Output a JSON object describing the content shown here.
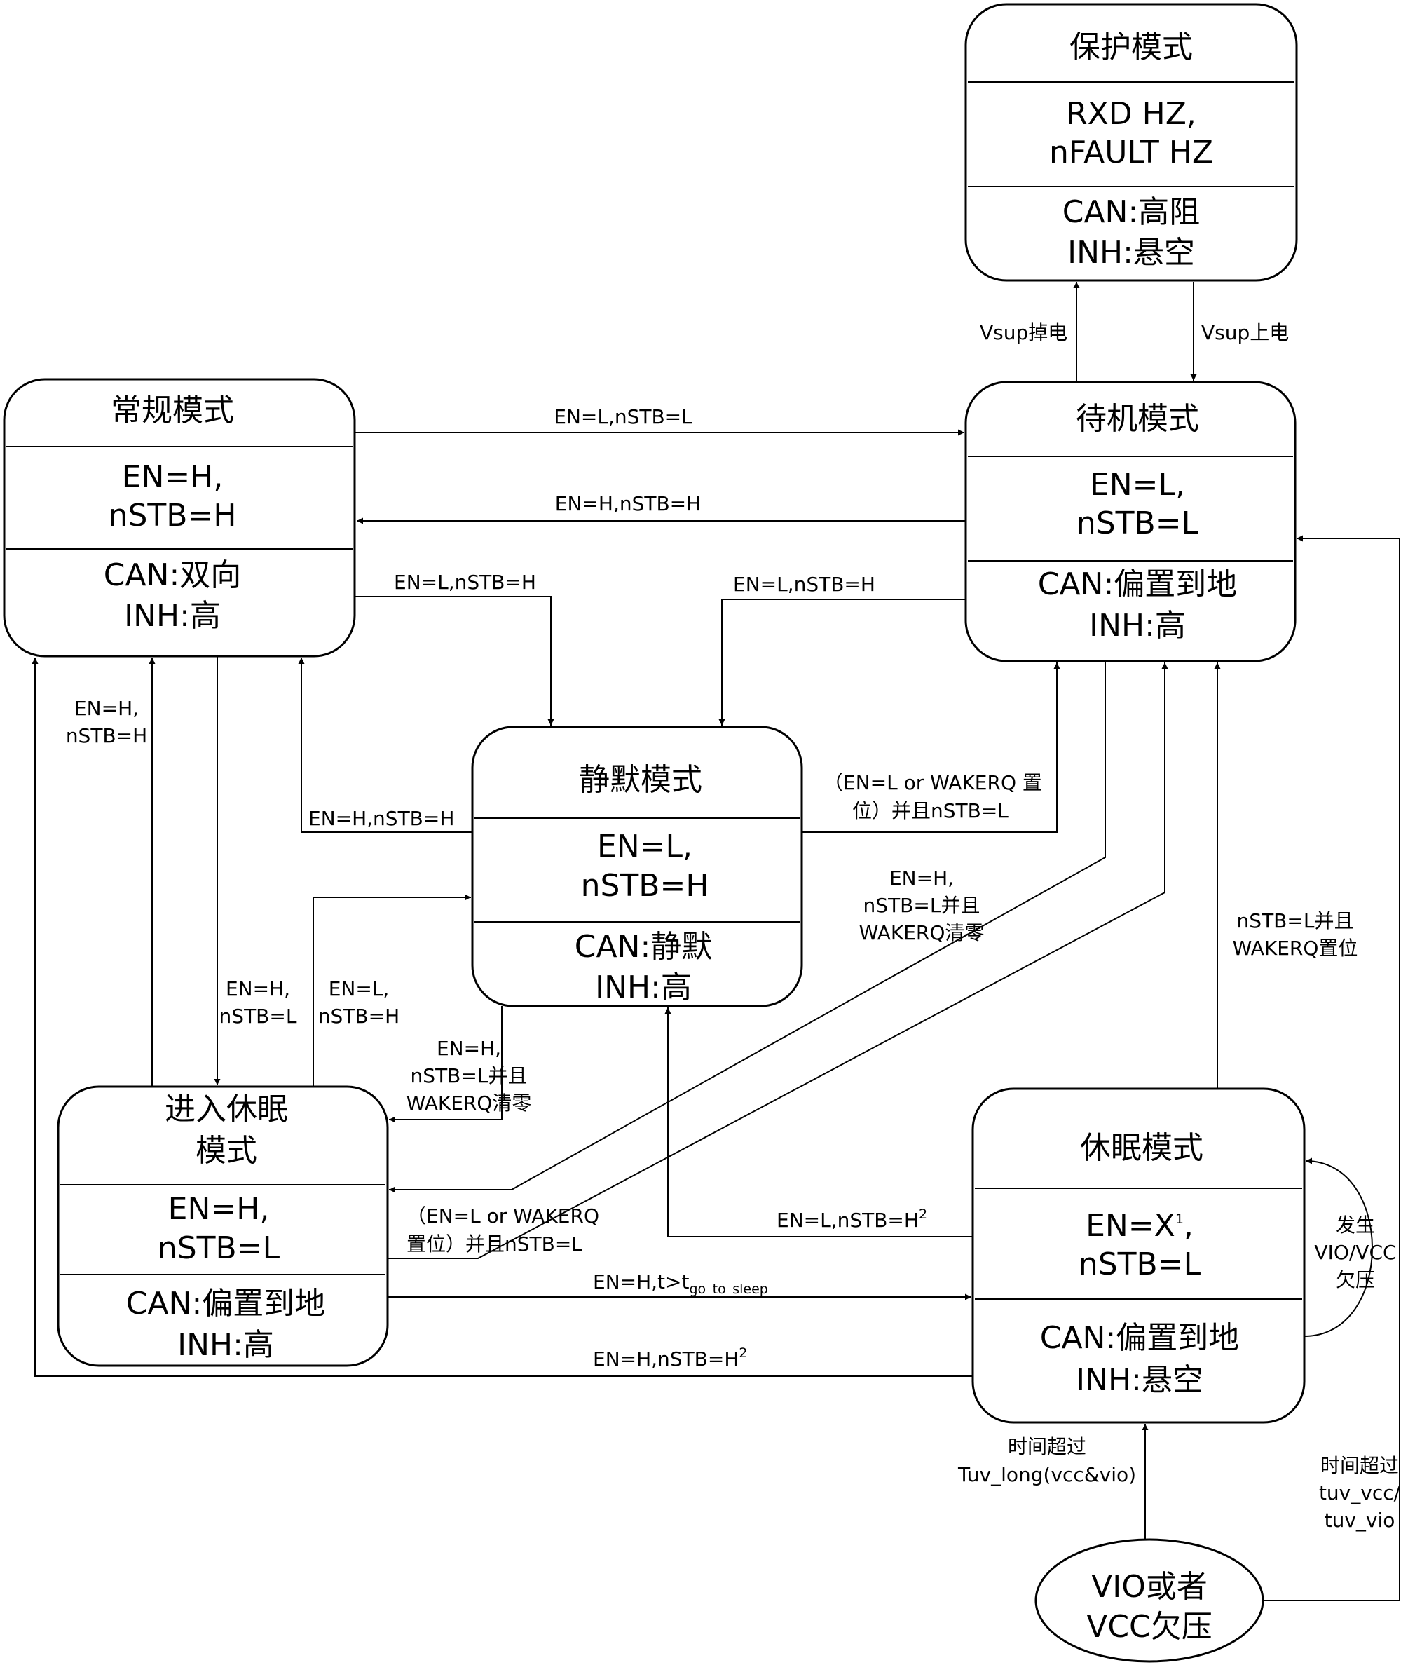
{
  "states": {
    "protect": {
      "title": "保护模式",
      "cond": [
        "RXD HZ,",
        "nFAULT HZ"
      ],
      "out": [
        "CAN:高阻",
        "INH:悬空"
      ]
    },
    "normal": {
      "title": "常规模式",
      "cond": [
        "EN=H,",
        "nSTB=H"
      ],
      "out": [
        "CAN:双向",
        "INH:高"
      ]
    },
    "standby": {
      "title": "待机模式",
      "cond": [
        "EN=L,",
        "nSTB=L"
      ],
      "out": [
        "CAN:偏置到地",
        "INH:高"
      ]
    },
    "silent": {
      "title": "静默模式",
      "cond": [
        "EN=L,",
        "nSTB=H"
      ],
      "out": [
        "CAN:静默",
        "INH:高"
      ]
    },
    "gosleep": {
      "title": [
        "进入休眠",
        "模式"
      ],
      "cond": [
        "EN=H,",
        "nSTB=L"
      ],
      "out": [
        "CAN:偏置到地",
        "INH:高"
      ]
    },
    "sleep": {
      "title": "休眠模式",
      "cond_en": "EN=X",
      "cond_sup": "1",
      "cond_comma": ",",
      "cond2": "nSTB=L",
      "out": [
        "CAN:偏置到地",
        "INH:悬空"
      ]
    },
    "uv": {
      "lines": [
        "VIO或者",
        "VCC欠压"
      ]
    }
  },
  "transitions": {
    "vsup_off": "Vsup掉电",
    "vsup_on": "Vsup上电",
    "normal_to_standby": "EN=L,nSTB=L",
    "standby_to_normal": "EN=H,nSTB=H",
    "normal_to_silent": "EN=L,nSTB=H",
    "standby_to_silent": "EN=L,nSTB=H",
    "gosleep_to_normal": [
      "EN=H,",
      "nSTB=H"
    ],
    "silent_to_normal": "EN=H,nSTB=H",
    "silent_to_standby": [
      "（EN=L or WAKERQ 置",
      "位）并且nSTB=L"
    ],
    "standby_to_gosleep": [
      "EN=H,",
      "nSTB=L并且",
      "WAKERQ清零"
    ],
    "sleep_to_standby": [
      "nSTB=L并且",
      "WAKERQ置位"
    ],
    "normal_to_gosleep": [
      "EN=H,",
      "nSTB=L"
    ],
    "gosleep_to_silent": [
      "EN=L,",
      "nSTB=H"
    ],
    "silent_to_gosleep": [
      "EN=H,",
      "nSTB=L并且",
      "WAKERQ清零"
    ],
    "gosleep_to_standby": [
      "（EN=L or WAKERQ",
      "置位）并且nSTB=L"
    ],
    "sleep_to_silent": {
      "text": "EN=L,nSTB=H",
      "sup": "2"
    },
    "gosleep_to_sleep": {
      "text": "EN=H,t>t",
      "sub": "go_to_sleep"
    },
    "sleep_to_normal": {
      "text": "EN=H,nSTB=H",
      "sup": "2"
    },
    "sleep_self": [
      "发生",
      "VIO/VCC",
      "欠压"
    ],
    "uv_to_sleep": [
      "时间超过",
      "Tuv_long(vcc&vio)"
    ],
    "uv_to_standby": [
      "时间超过",
      "tuv_vcc/",
      "tuv_vio"
    ]
  }
}
